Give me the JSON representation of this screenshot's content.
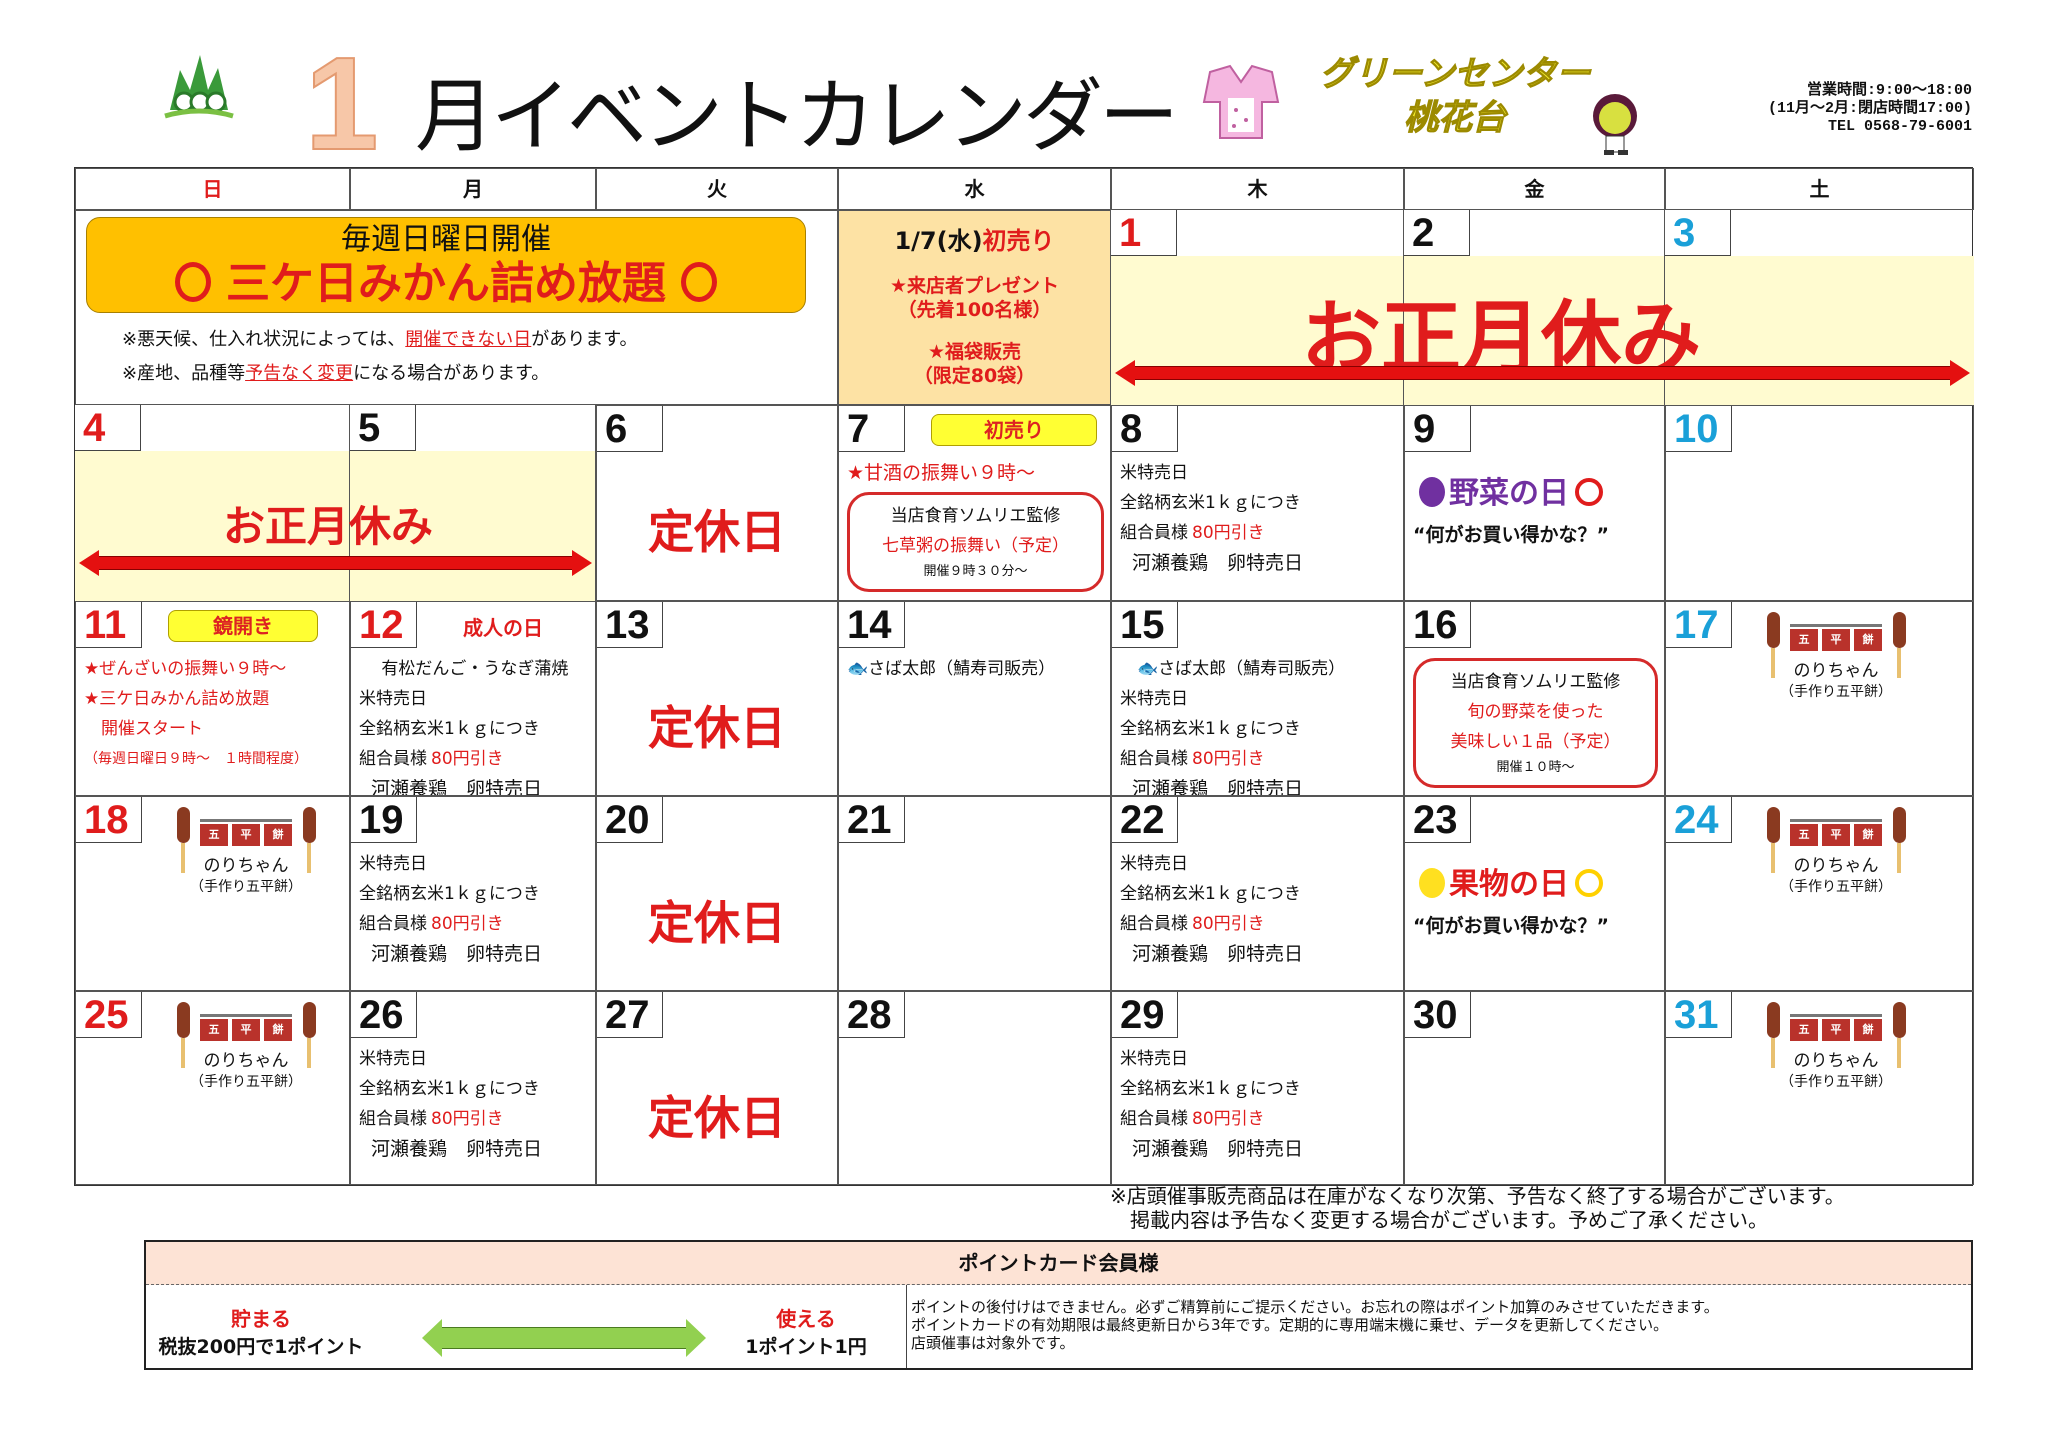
{
  "header": {
    "title_num": "1",
    "title_text": "月イベントカレンダー",
    "store_line1": "グリーンセンター",
    "store_line2": "桃花台",
    "hours": [
      "営業時間:9:00～18:00",
      "(11月～2月:閉店時間17:00)",
      "TEL 0568-79-6001"
    ]
  },
  "weekdays": [
    "日",
    "月",
    "火",
    "水",
    "木",
    "金",
    "土"
  ],
  "colors": {
    "red": "#e01c1c",
    "blue": "#1aa0d8",
    "sunday_banner": "#ffc000",
    "holiday_band": "#fffbd0",
    "hatsuuri_bg": "#fde2a4",
    "badge": "#ffff33"
  },
  "mikan": {
    "heading": "毎週日曜日開催",
    "title": "三ケ日みかん詰め放題",
    "note1a": "※悪天候、仕入れ状況によっては、",
    "note1b": "開催できない日",
    "note1c": "があります。",
    "note2a": "※産地、品種等",
    "note2b": "予告なく変更",
    "note2c": "になる場合があります。"
  },
  "hatsuuri": {
    "date": "1/7(水)",
    "label": "初売り",
    "l1": "★来店者プレゼント",
    "l2": "（先着100名様）",
    "l3": "★福袋販売",
    "l4": "（限定80袋）"
  },
  "holiday_label": "お正月休み",
  "closed_label": "定休日",
  "rice": {
    "l1": "米特売日",
    "l2": "全銘柄玄米1ｋｇにつき",
    "l3a": "組合員様",
    "l3b": "80円引き",
    "l4": "河瀬養鶏　卵特売日"
  },
  "nori": {
    "name": "のりちゃん",
    "sub": "（手作り五平餅）",
    "sign": [
      "五",
      "平",
      "餅"
    ]
  },
  "days": {
    "d1": "1",
    "d2": "2",
    "d3": "3",
    "d4": "4",
    "d5": "5"
  },
  "cells": [
    {
      "date": "6",
      "color": "black",
      "items": [
        {
          "k": "closed"
        }
      ]
    },
    {
      "date": "7",
      "color": "black",
      "items": [
        {
          "k": "badge",
          "text": "初売り"
        },
        {
          "k": "line",
          "text": "★甘酒の振舞い９時～",
          "cls": "red big"
        },
        {
          "k": "box",
          "lines": [
            {
              "text": "当店食育ソムリエ監修",
              "cls": ""
            },
            {
              "text": "七草粥の振舞い（予定）",
              "cls": "red"
            },
            {
              "text": "開催９時３０分～",
              "cls": "small"
            }
          ]
        }
      ]
    },
    {
      "date": "8",
      "color": "black",
      "items": [
        {
          "k": "rice"
        }
      ]
    },
    {
      "date": "9",
      "color": "black",
      "items": [
        {
          "k": "line",
          "text": "野菜の日",
          "cls": "veg"
        },
        {
          "k": "line",
          "text": "“何がお買い得かな？”",
          "cls": "bold big"
        }
      ]
    },
    {
      "date": "10",
      "color": "blue",
      "items": []
    },
    {
      "date": "11",
      "color": "red",
      "items": [
        {
          "k": "badge",
          "text": "鏡開き"
        },
        {
          "k": "line",
          "text": "★ぜんざいの振舞い９時～",
          "cls": "red"
        },
        {
          "k": "line",
          "text": "★三ケ日みかん詰め放題",
          "cls": "red"
        },
        {
          "k": "line",
          "text": "　開催スタート",
          "cls": "red"
        },
        {
          "k": "line",
          "text": "（毎週日曜日９時～　１時間程度）",
          "cls": "red small"
        }
      ]
    },
    {
      "date": "12",
      "color": "red",
      "items": [
        {
          "k": "tag",
          "text": "成人の日"
        },
        {
          "k": "line",
          "text": "　 有松だんご・うなぎ蒲焼",
          "cls": ""
        },
        {
          "k": "rice"
        }
      ]
    },
    {
      "date": "13",
      "color": "black",
      "items": [
        {
          "k": "closed"
        }
      ]
    },
    {
      "date": "14",
      "color": "black",
      "items": [
        {
          "k": "line",
          "text": "🐟さば太郎（鯖寿司販売）",
          "cls": ""
        }
      ]
    },
    {
      "date": "15",
      "color": "black",
      "items": [
        {
          "k": "line",
          "text": "　🐟さば太郎（鯖寿司販売）",
          "cls": ""
        },
        {
          "k": "rice"
        }
      ]
    },
    {
      "date": "16",
      "color": "black",
      "items": [
        {
          "k": "box",
          "lines": [
            {
              "text": "当店食育ソムリエ監修",
              "cls": ""
            },
            {
              "text": "旬の野菜を使った",
              "cls": "red"
            },
            {
              "text": "美味しい１品（予定）",
              "cls": "red"
            },
            {
              "text": "開催１０時～",
              "cls": "small"
            }
          ]
        }
      ]
    },
    {
      "date": "17",
      "color": "blue",
      "items": [
        {
          "k": "nori"
        }
      ]
    },
    {
      "date": "18",
      "color": "red",
      "items": [
        {
          "k": "nori"
        }
      ]
    },
    {
      "date": "19",
      "color": "black",
      "items": [
        {
          "k": "rice"
        }
      ]
    },
    {
      "date": "20",
      "color": "black",
      "items": [
        {
          "k": "closed"
        }
      ]
    },
    {
      "date": "21",
      "color": "black",
      "items": []
    },
    {
      "date": "22",
      "color": "black",
      "items": [
        {
          "k": "rice"
        }
      ]
    },
    {
      "date": "23",
      "color": "black",
      "items": [
        {
          "k": "line",
          "text": "果物の日",
          "cls": "fruit"
        },
        {
          "k": "line",
          "text": "“何がお買い得かな？”",
          "cls": "bold big"
        }
      ]
    },
    {
      "date": "24",
      "color": "blue",
      "items": [
        {
          "k": "nori"
        }
      ]
    },
    {
      "date": "25",
      "color": "red",
      "items": [
        {
          "k": "nori"
        }
      ]
    },
    {
      "date": "26",
      "color": "black",
      "items": [
        {
          "k": "rice"
        }
      ]
    },
    {
      "date": "27",
      "color": "black",
      "items": [
        {
          "k": "closed"
        }
      ]
    },
    {
      "date": "28",
      "color": "black",
      "items": []
    },
    {
      "date": "29",
      "color": "black",
      "items": [
        {
          "k": "rice"
        }
      ]
    },
    {
      "date": "30",
      "color": "black",
      "items": []
    },
    {
      "date": "31",
      "color": "blue",
      "items": [
        {
          "k": "nori"
        }
      ]
    }
  ],
  "notes": [
    "※店頭催事販売商品は在庫がなくなり次第、予告なく終了する場合がございます。",
    "　掲載内容は予告なく変更する場合がございます。予めご了承ください。"
  ],
  "point_card": {
    "title": "ポイントカード会員様",
    "save_label": "貯まる",
    "save_rule": "税抜200円で1ポイント",
    "use_label": "使える",
    "use_rule": "1ポイント1円",
    "notes": [
      "ポイントの後付けはできません。必ずご精算前にご提示ください。お忘れの際はポイント加算のみさせていただきます。",
      "ポイントカードの有効期限は最終更新日から3年です。定期的に専用端末機に乗せ、データを更新してください。",
      "店頭催事は対象外です。"
    ]
  }
}
